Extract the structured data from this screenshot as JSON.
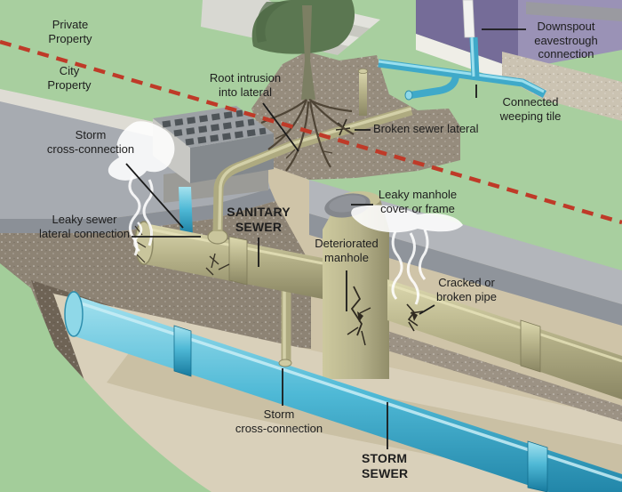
{
  "diagram": {
    "subject": "sewer inflow and infiltration cross-section",
    "boundary": {
      "private_property": "Private\nProperty",
      "city_property": "City\nProperty"
    },
    "labels": {
      "downspout": "Downspout\neavestrough\nconnection",
      "weeping_tile": "Connected weeping tile",
      "root_intrusion": "Root intrusion\ninto lateral",
      "broken_lateral": "Broken sewer lateral",
      "storm_cross_upper": "Storm\ncross-connection",
      "leaky_lateral": "Leaky sewer\nlateral connection",
      "sanitary_sewer": "SANITARY\nSEWER",
      "deteriorated_manhole": "Deteriorated\nmanhole",
      "leaky_manhole": "Leaky manhole\ncover or frame",
      "cracked_pipe": "Cracked or\nbroken pipe",
      "storm_cross_lower": "Storm\ncross-connection",
      "storm_sewer": "STORM\nSEWER"
    },
    "colors": {
      "property_line_red": "#bf3a28",
      "grass_green": "#a8cf9f",
      "sanitary_pipe_olive": "#b3af85",
      "storm_pipe_blue": "#4fb9d6",
      "house_purple": "#756c98",
      "soil_tan": "#cfc4a8",
      "street_gray": "#a7abb1",
      "label_text": "#1e1e1e",
      "leak_white": "#ffffff"
    }
  }
}
